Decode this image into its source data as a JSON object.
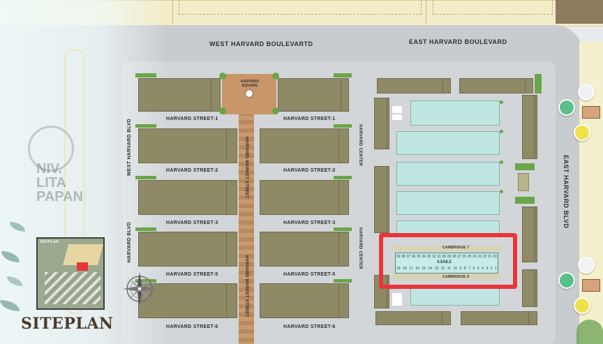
{
  "map": {
    "title": "SITEPLAN",
    "inset_label": "KEYPLAN",
    "watermark": [
      "NIV.",
      "LITA",
      "PAPAN"
    ],
    "highlight_color": "#e8353a",
    "roads": {
      "north_west": "WEST HARVARD BOULEVARTD",
      "north_east": "EAST HARVARD BOULEVARD",
      "east": "EAST HARVARD BLVD",
      "west_upper": "WEST HARVARD BLVD",
      "west_lower": "HARVARD BLVD",
      "center_west": "HARVARD MARKET STREET",
      "center_east_upper": "HARVARD CENTER",
      "center_east_lower": "HARVARD CENTER",
      "plaza": "HARVARD SQUARE"
    },
    "streets": {
      "s1_left": "HARVARD STREET-1",
      "s1_right": "HARVARD STREET-1",
      "s2_left": "HARVARD STREET-2",
      "s2_right": "HARVARD STREET-2",
      "s3_left": "HARVARD STREET-3",
      "s3_right": "HARVARD STREET-3",
      "s5_left": "HARVARD STREET-5",
      "s5_right": "HARVARD STREET-5",
      "s6_left": "HARVARD STREET-6",
      "s6_right": "HARVARD STREET-6"
    },
    "cambridge": {
      "row_top": "CAMBRIDGE 7",
      "row_bottom": "CAMBRIDGE 8",
      "unit_size": "4.5X8.5",
      "top_numbers": [
        "39",
        "38",
        "37",
        "36",
        "35",
        "34",
        "33",
        "32",
        "31",
        "30",
        "29",
        "28",
        "27",
        "26",
        "25",
        "24",
        "23",
        "22",
        "21",
        "20"
      ],
      "bottom_numbers": [
        "19",
        "18",
        "17",
        "16",
        "15",
        "14",
        "13",
        "12",
        "11",
        "10",
        "9",
        "8",
        "7",
        "6",
        "5",
        "4",
        "3",
        "2",
        "1"
      ]
    },
    "icons": [
      "compass-rose-icon",
      "shop-icon",
      "tricycle-icon",
      "location-pin-icon"
    ]
  }
}
